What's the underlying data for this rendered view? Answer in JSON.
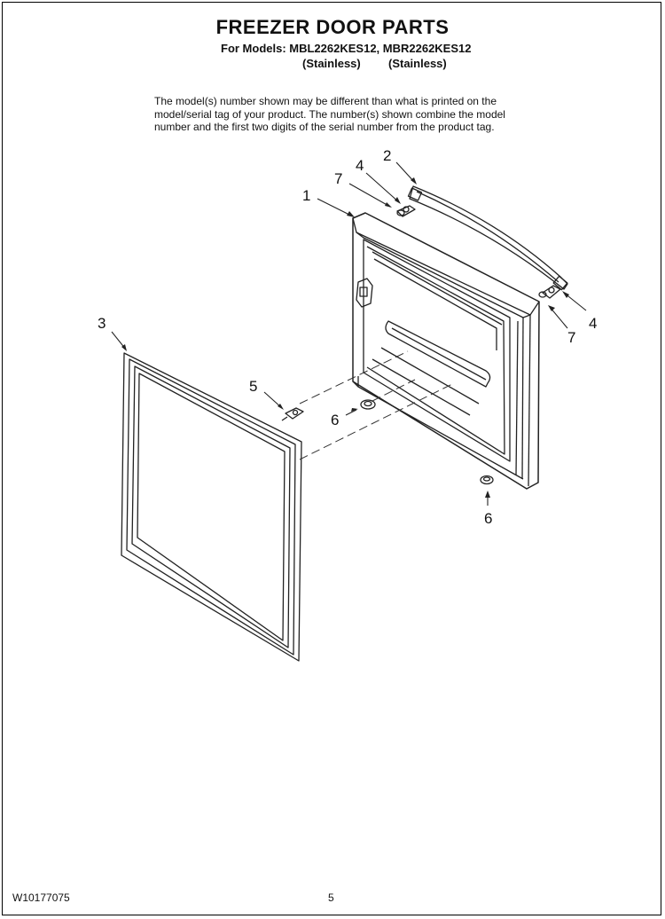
{
  "header": {
    "title": "FREEZER DOOR PARTS",
    "models_line": "For Models: MBL2262KES12, MBR2262KES12",
    "variant_1": "(Stainless)",
    "variant_2": "(Stainless)"
  },
  "notice": {
    "lines": [
      "The model(s) number shown may be different than what is printed on the",
      "model/serial tag of your product. The number(s) shown combine the model",
      "number and the first two digits of the serial number from the product tag."
    ]
  },
  "callouts": {
    "door": "1",
    "handle": "2",
    "gasket": "3",
    "screw_top": "4",
    "screw_right": "4",
    "hinge_screw": "5",
    "plug_center": "6",
    "plug_bottom": "6",
    "spacer_top": "7",
    "spacer_right": "7"
  },
  "footer": {
    "doc_number": "W10177075",
    "page_number": "5"
  }
}
